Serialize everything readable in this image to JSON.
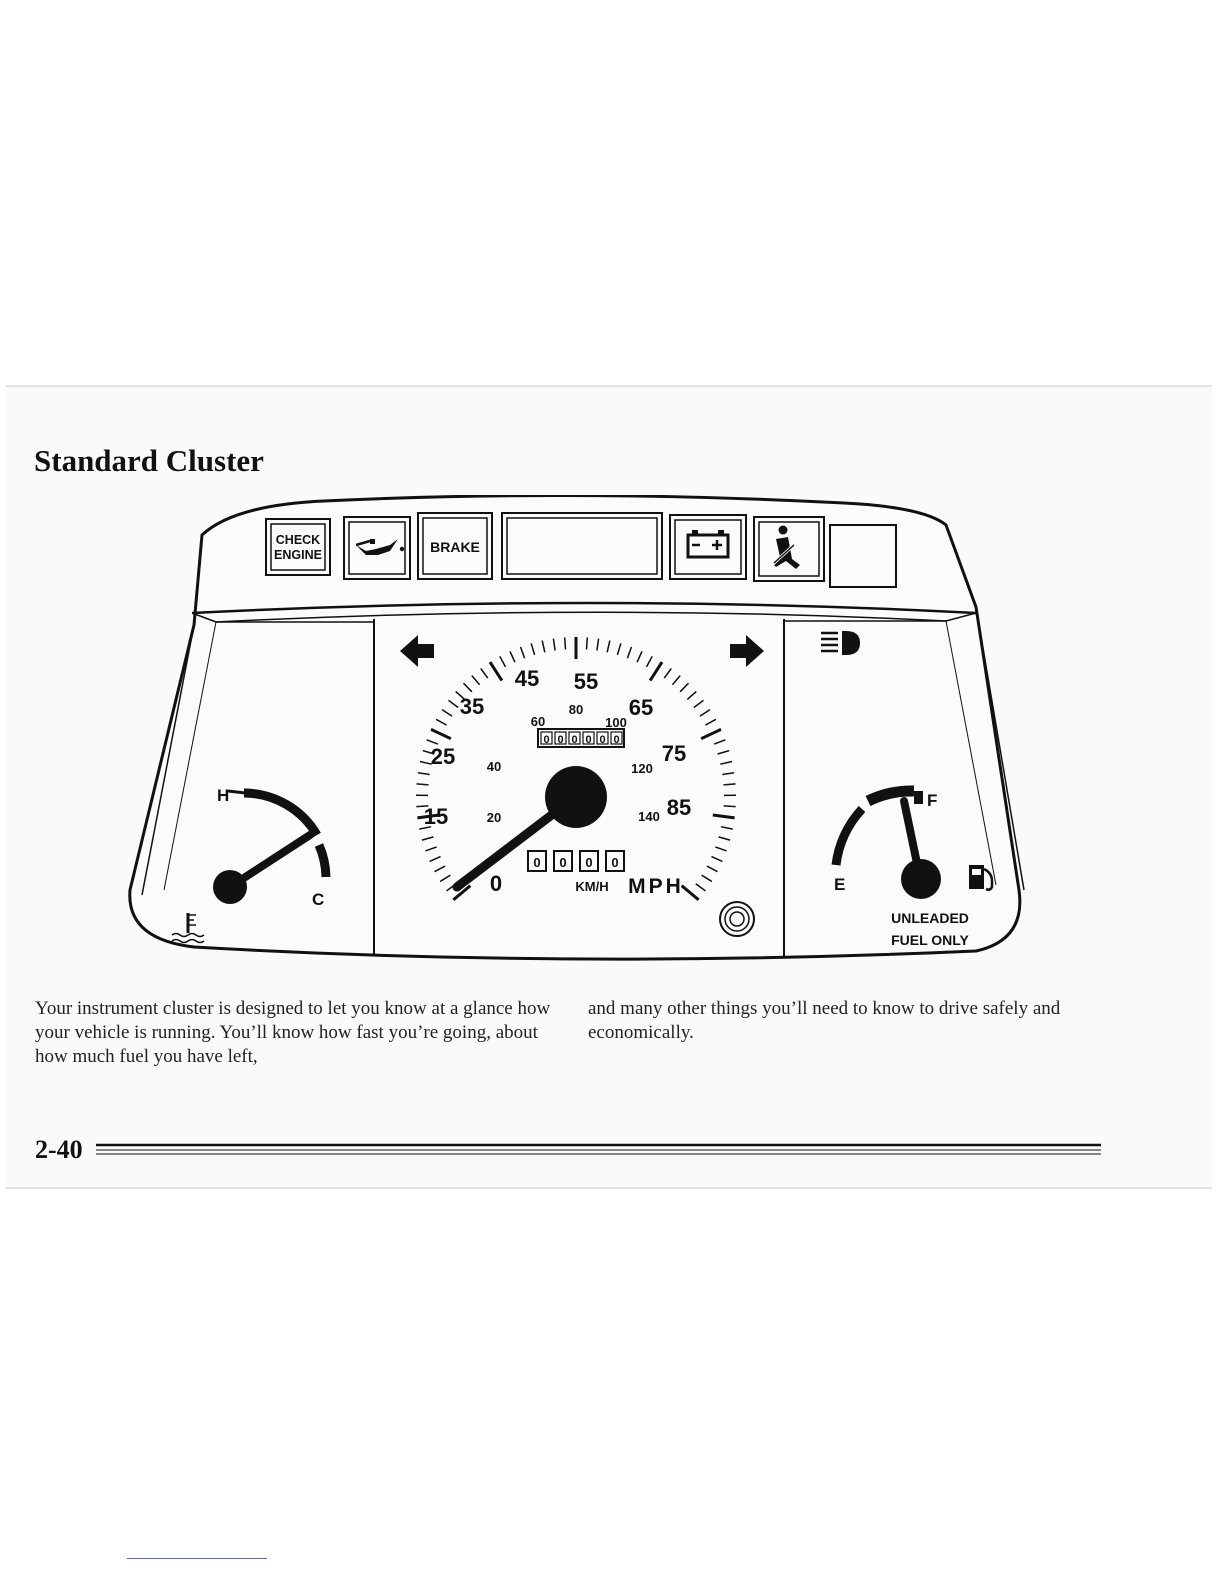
{
  "page": {
    "title": "Standard Cluster",
    "paragraph_left": "Your instrument cluster is designed to let you know at a glance how your vehicle is running. You’ll know how fast you’re going, about how much fuel you have left,",
    "paragraph_right": "and many other things you’ll need to know to drive safely and economically.",
    "page_number": "2-40"
  },
  "cluster": {
    "warning_lights": {
      "check_engine_line1": "CHECK",
      "check_engine_line2": "ENGINE",
      "brake": "BRAKE"
    },
    "temperature_gauge": {
      "hot_label": "H",
      "cold_label": "C"
    },
    "speedometer": {
      "mph_labels": [
        "0",
        "15",
        "25",
        "35",
        "45",
        "55",
        "65",
        "75",
        "85"
      ],
      "kmh_labels": [
        "20",
        "40",
        "60",
        "80",
        "100",
        "120",
        "140"
      ],
      "odometer_digits": [
        "0",
        "0",
        "0",
        "0",
        "0",
        "0"
      ],
      "trip_digits": [
        "0",
        "0",
        "0",
        "0"
      ],
      "kmh_unit": "KM/H",
      "mph_unit": "MPH"
    },
    "fuel_gauge": {
      "full_label": "F",
      "empty_label": "E",
      "note_line1": "UNLEADED",
      "note_line2": "FUEL ONLY"
    }
  }
}
